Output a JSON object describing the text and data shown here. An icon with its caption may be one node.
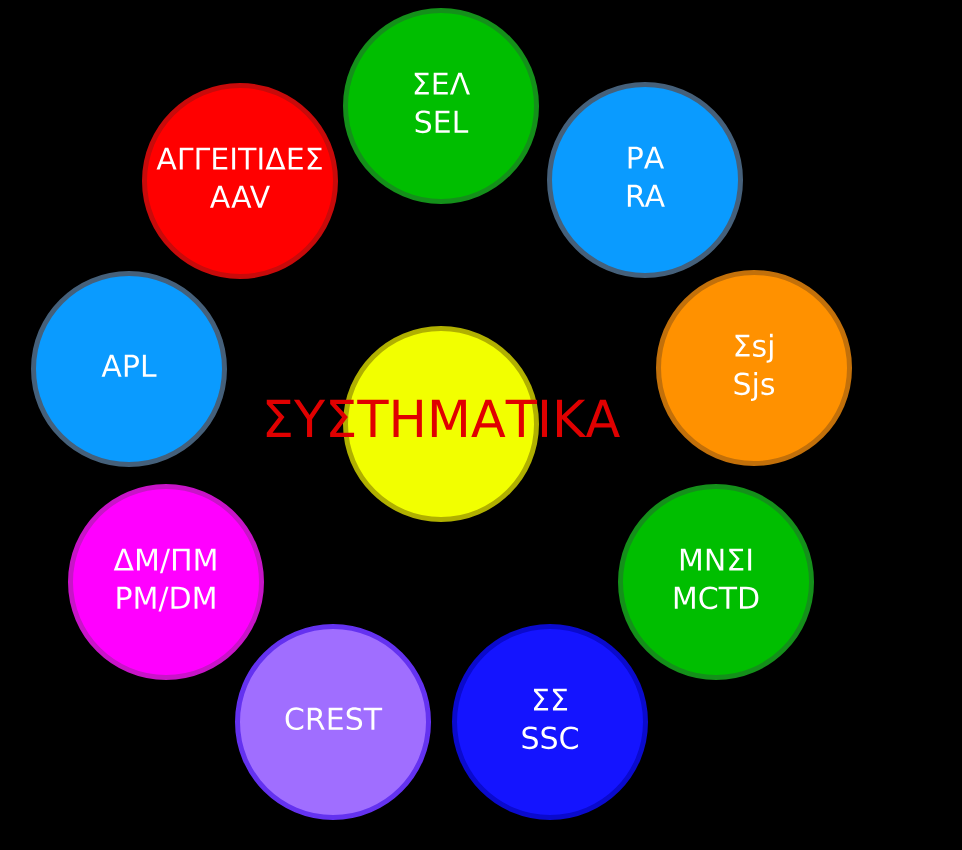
{
  "diagram": {
    "nodes": [
      {
        "text": [
          "ΣΥΣΤΗΜΑΤΙΚΑ"
        ]
      },
      {
        "text": [
          "ΣΕΛ",
          "SEL"
        ]
      },
      {
        "text": [
          "ΡΑ",
          "RA"
        ]
      },
      {
        "text": [
          "Σsj",
          "Sjs"
        ]
      },
      {
        "text": [
          "ΜΝΣΙ",
          "MCTD"
        ]
      },
      {
        "text": [
          "ΣΣ",
          "SSC"
        ]
      },
      {
        "text": [
          "CREST"
        ]
      },
      {
        "text": [
          "ΔΜ/ΠΜ",
          "PM/DM"
        ]
      },
      {
        "text": [
          "APL"
        ]
      },
      {
        "text": [
          "ΑΓΓΕΙΤΙΔΕΣ",
          "AAV"
        ]
      }
    ]
  }
}
